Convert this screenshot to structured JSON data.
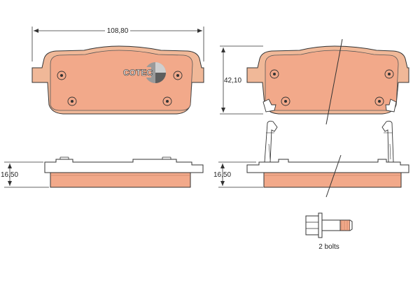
{
  "dimensions": {
    "width": "108,80",
    "height": "42,10",
    "thickness_left": "16,50",
    "thickness_right": "16,50"
  },
  "logo": {
    "text": "COTEC"
  },
  "bolts": {
    "caption": "2 bolts"
  },
  "colors": {
    "pad_fill": "#f0b898",
    "friction_fill": "#f2a98a",
    "outline": "#333333",
    "background": "#ffffff"
  }
}
